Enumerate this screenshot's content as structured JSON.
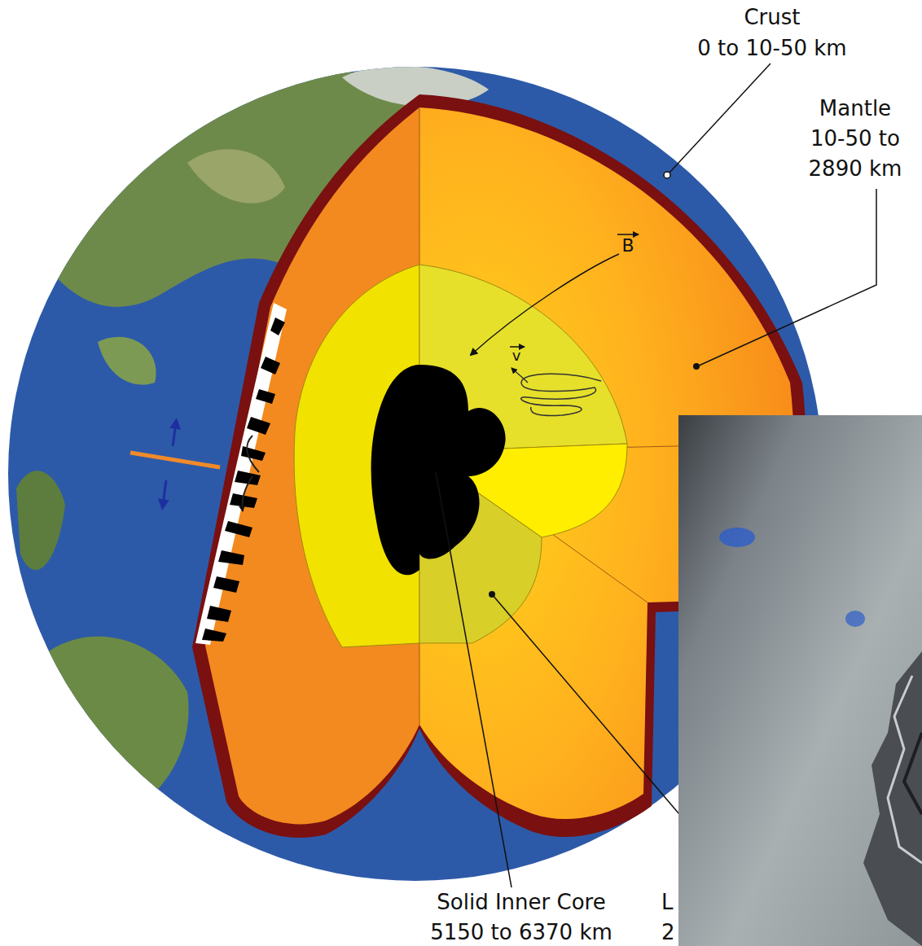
{
  "diagram": {
    "labels": [
      "Crust",
      "0 to 10-50 km",
      "Mantle",
      "10-50 to",
      "2890 km",
      "B",
      "v",
      "Solid Inner Core",
      "5150 to 6370 km",
      "L",
      "2"
    ]
  }
}
